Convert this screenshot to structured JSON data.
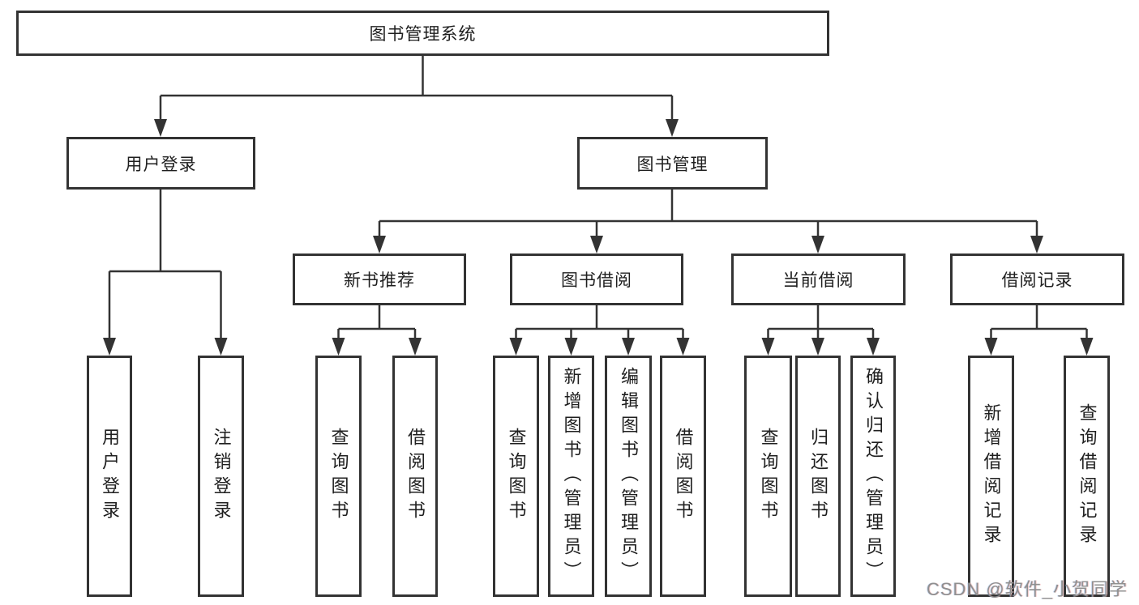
{
  "diagram": {
    "title": "图书管理系统",
    "user_login_branch": {
      "label": "用户登录",
      "children": [
        "用户登录",
        "注销登录"
      ]
    },
    "book_mgmt_branch": {
      "label": "图书管理",
      "sections": [
        {
          "label": "新书推荐",
          "children": [
            "查询图书",
            "借阅图书"
          ]
        },
        {
          "label": "图书借阅",
          "children": [
            "查询图书",
            "新增图书（管理员）",
            "编辑图书（管理员）",
            "借阅图书"
          ]
        },
        {
          "label": "当前借阅",
          "children": [
            "查询图书",
            "归还图书",
            "确认归还（管理员）"
          ]
        },
        {
          "label": "借阅记录",
          "children": [
            "新增借阅记录",
            "查询借阅记录"
          ]
        }
      ]
    }
  },
  "watermark": "CSDN @软件_小贺同学",
  "colors": {
    "line": "#333333",
    "text": "#1f1f1f",
    "background": "#ffffff",
    "watermark": "#8f8f8f"
  }
}
